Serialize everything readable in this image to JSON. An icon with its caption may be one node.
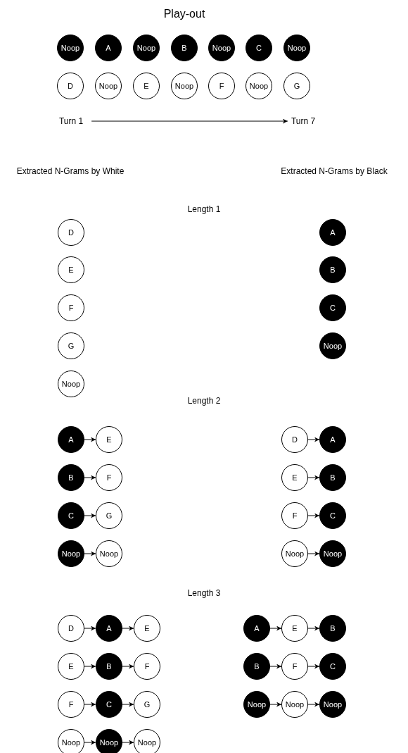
{
  "diagram": {
    "title": "Play-out",
    "nodes": [
      {
        "text": [
          "Noop"
        ]
      },
      {
        "text": [
          "A"
        ]
      },
      {
        "text": [
          "Noop"
        ]
      },
      {
        "text": [
          "B"
        ]
      },
      {
        "text": [
          "Noop"
        ]
      },
      {
        "text": [
          "C"
        ]
      },
      {
        "text": [
          "Noop"
        ]
      },
      {
        "text": [
          "D"
        ]
      },
      {
        "text": [
          "Noop"
        ]
      },
      {
        "text": [
          "E"
        ]
      },
      {
        "text": [
          "Noop"
        ]
      },
      {
        "text": [
          "F"
        ]
      },
      {
        "text": [
          "Noop"
        ]
      },
      {
        "text": [
          "G"
        ]
      },
      {
        "text": [
          "Turn 1"
        ]
      },
      {
        "text": [
          "Turn 7"
        ]
      },
      {
        "text": [
          "D"
        ]
      },
      {
        "text": [
          "A"
        ]
      },
      {
        "text": [
          "E"
        ]
      },
      {
        "text": [
          "B"
        ]
      },
      {
        "text": [
          "F"
        ]
      },
      {
        "text": [
          "C"
        ]
      },
      {
        "text": [
          "G"
        ]
      },
      {
        "text": [
          "Noop"
        ]
      },
      {
        "text": [
          "Noop"
        ]
      },
      {
        "text": [
          "A"
        ]
      },
      {
        "text": [
          "E"
        ]
      },
      {
        "text": [
          "D"
        ]
      },
      {
        "text": [
          "A"
        ]
      },
      {
        "text": [
          "B"
        ]
      },
      {
        "text": [
          "F"
        ]
      },
      {
        "text": [
          "E"
        ]
      },
      {
        "text": [
          "B"
        ]
      },
      {
        "text": [
          "C"
        ]
      },
      {
        "text": [
          "G"
        ]
      },
      {
        "text": [
          "F"
        ]
      },
      {
        "text": [
          "C"
        ]
      },
      {
        "text": [
          "Noop"
        ]
      },
      {
        "text": [
          "Noop"
        ]
      },
      {
        "text": [
          "Noop"
        ]
      },
      {
        "text": [
          "Noop"
        ]
      },
      {
        "text": [
          "D"
        ]
      },
      {
        "text": [
          "A"
        ]
      },
      {
        "text": [
          "E"
        ]
      },
      {
        "text": [
          "A"
        ]
      },
      {
        "text": [
          "E"
        ]
      },
      {
        "text": [
          "B"
        ]
      },
      {
        "text": [
          "E"
        ]
      },
      {
        "text": [
          "B"
        ]
      },
      {
        "text": [
          "F"
        ]
      },
      {
        "text": [
          "B"
        ]
      },
      {
        "text": [
          "F"
        ]
      },
      {
        "text": [
          "C"
        ]
      },
      {
        "text": [
          "F"
        ]
      },
      {
        "text": [
          "C"
        ]
      },
      {
        "text": [
          "G"
        ]
      },
      {
        "text": [
          "Noop"
        ]
      },
      {
        "text": [
          "Noop"
        ]
      },
      {
        "text": [
          "Noop"
        ]
      },
      {
        "text": [
          "Noop"
        ]
      },
      {
        "text": [
          "Noop"
        ]
      },
      {
        "text": [
          "Noop"
        ]
      }
    ],
    "edges": [
      {
        "from": 14,
        "to": 15,
        "arrow": "to"
      },
      {
        "from": 25,
        "to": 26,
        "arrow": "to"
      },
      {
        "from": 27,
        "to": 28,
        "arrow": "to"
      },
      {
        "from": 29,
        "to": 30,
        "arrow": "to"
      },
      {
        "from": 31,
        "to": 32,
        "arrow": "to"
      },
      {
        "from": 33,
        "to": 34,
        "arrow": "to"
      },
      {
        "from": 35,
        "to": 36,
        "arrow": "to"
      },
      {
        "from": 37,
        "to": 38,
        "arrow": "to"
      },
      {
        "from": 39,
        "to": 40,
        "arrow": "to"
      },
      {
        "from": 41,
        "to": 42,
        "arrow": "to"
      },
      {
        "from": 42,
        "to": 43,
        "arrow": "to"
      },
      {
        "from": 44,
        "to": 45,
        "arrow": "to"
      },
      {
        "from": 45,
        "to": 46,
        "arrow": "to"
      },
      {
        "from": 47,
        "to": 48,
        "arrow": "to"
      },
      {
        "from": 48,
        "to": 49,
        "arrow": "to"
      },
      {
        "from": 50,
        "to": 51,
        "arrow": "to"
      },
      {
        "from": 51,
        "to": 52,
        "arrow": "to"
      },
      {
        "from": 53,
        "to": 54,
        "arrow": "to"
      },
      {
        "from": 54,
        "to": 55,
        "arrow": "to"
      },
      {
        "from": 56,
        "to": 57,
        "arrow": "to"
      },
      {
        "from": 57,
        "to": 58,
        "arrow": "to"
      },
      {
        "from": 59,
        "to": 60,
        "arrow": "to"
      },
      {
        "from": 60,
        "to": 61,
        "arrow": "to"
      }
    ],
    "labels": [
      "Extracted N-Grams by White",
      "Extracted N-Grams by Black",
      "Length 1",
      "Length 2",
      "Length 3"
    ]
  }
}
